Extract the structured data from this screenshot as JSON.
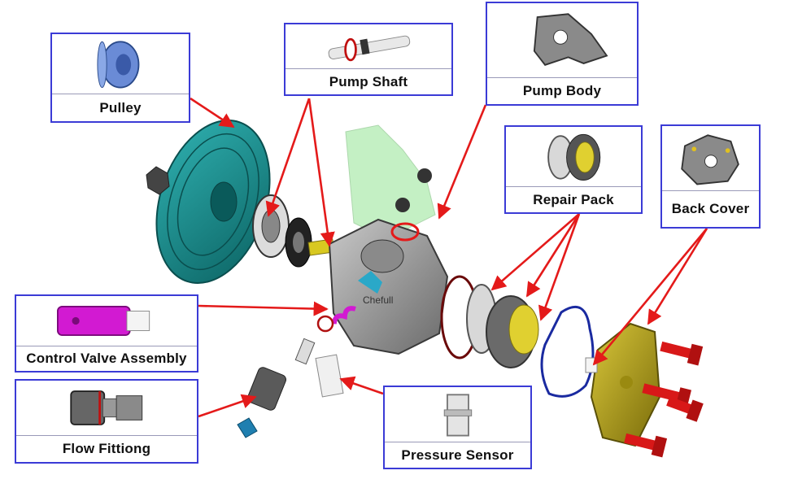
{
  "labels": {
    "pulley": "Pulley",
    "pump_shaft": "Pump Shaft",
    "pump_body": "Pump Body",
    "repair_pack": "Repair Pack",
    "back_cover": "Back Cover",
    "control_valve": "Control Valve Assembly",
    "flow_fitting": "Flow Fittiong",
    "pressure_sensor": "Pressure Sensor"
  },
  "watermark": "Chefull",
  "colors": {
    "callout_border": "#3b3bd6",
    "arrow": "#e41a1a",
    "pulley": "#1a8a8a",
    "pump_body": "#9a9a9a",
    "highlight_green": "#7ee07e",
    "back_cover": "#b8a418",
    "valve_magenta": "#d21ad2",
    "bolt_red": "#d81818",
    "gasket_blue": "#1a2aa0"
  }
}
